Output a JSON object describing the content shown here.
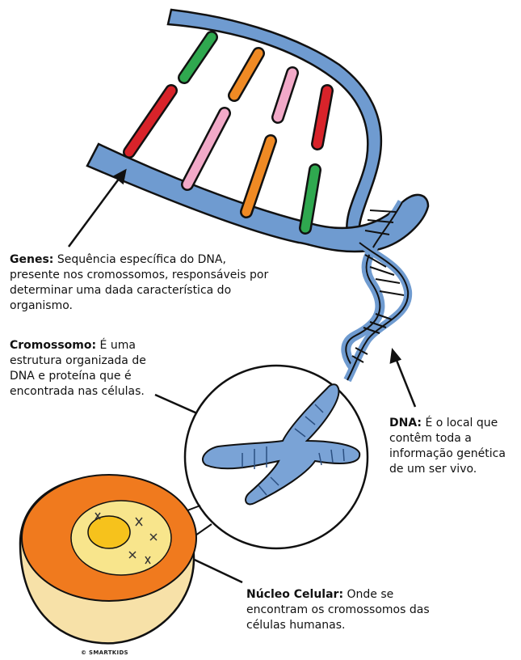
{
  "labels": {
    "genes": {
      "term": "Genes:",
      "text": " Sequência específica do DNA, presente nos cromossomos, responsáveis por determinar uma dada característica do organismo."
    },
    "cromossomo": {
      "term": "Cromossomo:",
      "text": " É uma estrutura organizada de DNA e proteína que é encontrada nas células."
    },
    "dna": {
      "term": "DNA:",
      "text": " É o local que contêm toda a informação genética de um ser vivo."
    },
    "nucleo": {
      "term": "Núcleo Celular:",
      "text": " Onde se encontram os cromossomos das células humanas."
    }
  },
  "credit": "© SMARTKIDS",
  "colors": {
    "backbone": "#6f9bd0",
    "outline": "#111111",
    "base_green": "#2fa84f",
    "base_orange": "#f08a24",
    "base_pink": "#f2a9c8",
    "base_red": "#d8232a",
    "cell_orange": "#f07a1e",
    "cell_yellow": "#f8e58c",
    "nucleolus": "#f6c21c"
  }
}
